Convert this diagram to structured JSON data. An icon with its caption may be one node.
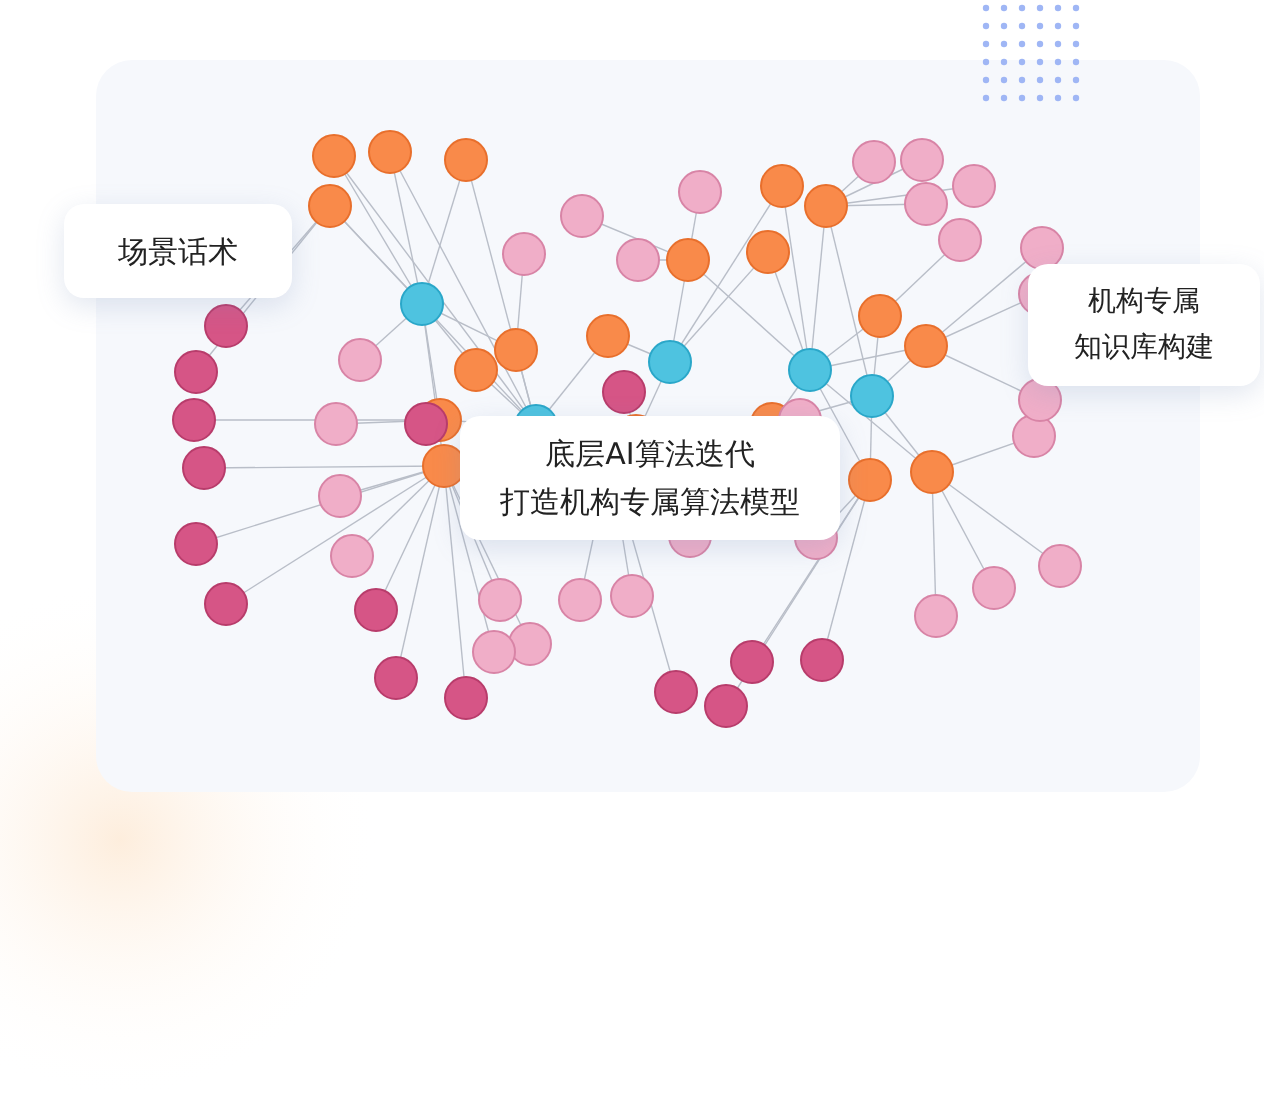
{
  "diagram": {
    "nodes": [
      {
        "text": [
          "场景话术"
        ]
      },
      {
        "text": [
          "机构专属知识库构建"
        ]
      },
      {
        "text": [
          "底层AI算法迭代打造机构专属算法模型"
        ]
      }
    ]
  }
}
